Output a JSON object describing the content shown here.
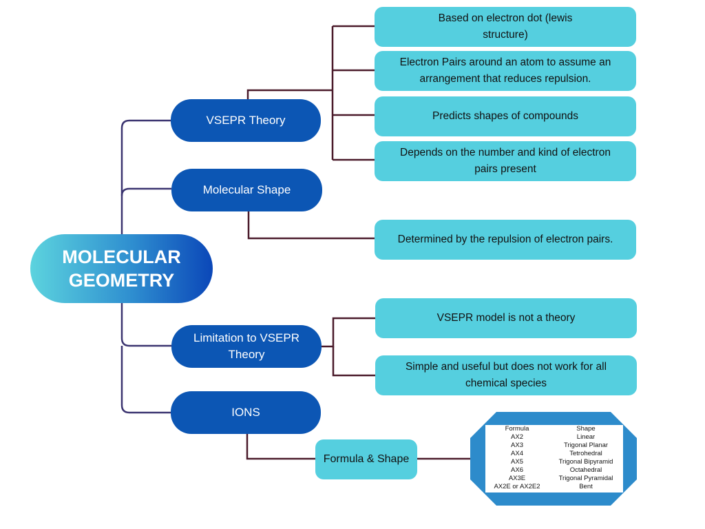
{
  "root": {
    "line1": "MOLECULAR",
    "line2": "GEOMETRY"
  },
  "topics": {
    "vsepr": "VSEPR Theory",
    "shape": "Molecular Shape",
    "limitation_line1": "Limitation to VSEPR",
    "limitation_line2": "Theory",
    "ions": "IONS"
  },
  "vsepr_details": [
    {
      "line1": "Based on electron dot (lewis",
      "line2": "structure)"
    },
    {
      "line1": "Electron Pairs around an atom to assume an",
      "line2": "arrangement that reduces repulsion."
    },
    {
      "line1": "Predicts shapes of compounds",
      "line2": ""
    },
    {
      "line1": "Depends on the number and kind of electron",
      "line2": "pairs present"
    }
  ],
  "shape_detail": "Determined by the repulsion of electron pairs.",
  "limitation_details": [
    {
      "line1": "VSEPR model is not a theory",
      "line2": ""
    },
    {
      "line1": "Simple and useful but does not work for all",
      "line2": "chemical species"
    }
  ],
  "formula_shape_label": "Formula & Shape",
  "table": {
    "headers": [
      "Formula",
      "Shape"
    ],
    "rows": [
      [
        "AX2",
        "Linear"
      ],
      [
        "AX3",
        "Trigonal Planar"
      ],
      [
        "AX4",
        "Tetrohedral"
      ],
      [
        "AX5",
        "Trigonal Bipyramid"
      ],
      [
        "AX6",
        "Octahedral"
      ],
      [
        "AX3E",
        "Trigonal Pyramidal"
      ],
      [
        "AX2E or AX2E2",
        "Bent"
      ]
    ]
  },
  "colors": {
    "topic_fill": "#0c56b4",
    "leaf_fill": "#55cfdf",
    "root_gradient_start": "#5cd3de",
    "root_gradient_end": "#0b47b8",
    "left_connector": "#3b3470",
    "right_connector": "#4a1a2a",
    "table_frame": "#2d8bcb"
  }
}
